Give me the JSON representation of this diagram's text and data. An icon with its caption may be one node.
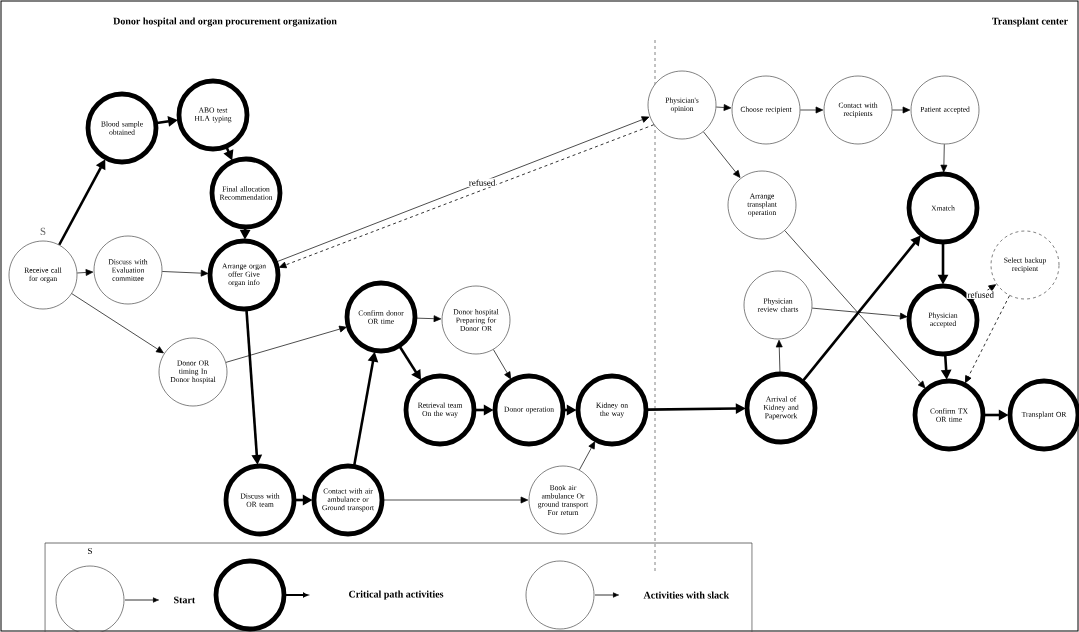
{
  "diagram": {
    "nodes": [
      {
        "text": [
          "Receive call for organ"
        ],
        "beside": [
          "S"
        ]
      },
      {
        "text": [
          "Blood sample obtained"
        ]
      },
      {
        "text": [
          "ABO test HLA typing"
        ]
      },
      {
        "text": [
          "Final allocation Recommendation"
        ]
      },
      {
        "text": [
          "Discuss with Evaluation committee"
        ]
      },
      {
        "text": [
          "Arrange organ offer Give organ info"
        ]
      },
      {
        "text": [
          "Donor OR timing In Donor hospital"
        ]
      },
      {
        "text": [
          "Discuss with OR team"
        ]
      },
      {
        "text": [
          "Contact with air ambulance or Ground transport"
        ]
      },
      {
        "text": [
          "Confirm donor OR time"
        ]
      },
      {
        "text": [
          "Donor hospital Preparing for Donor OR"
        ]
      },
      {
        "text": [
          "Retrieval team On the way"
        ]
      },
      {
        "text": [
          "Donor operation"
        ]
      },
      {
        "text": [
          "Kidney on the way"
        ]
      },
      {
        "text": [
          "Book air ambulance Or ground transport For return"
        ]
      },
      {
        "text": [
          "Physician's opinion"
        ]
      },
      {
        "text": [
          "Choose recipient"
        ]
      },
      {
        "text": [
          "Contact with recipients"
        ]
      },
      {
        "text": [
          "Patient accepted"
        ]
      },
      {
        "text": [
          "Arrange transplant operation"
        ]
      },
      {
        "text": [
          "Xmatch"
        ]
      },
      {
        "text": [
          "Select backup recipient"
        ]
      },
      {
        "text": [
          "Physician review charts"
        ]
      },
      {
        "text": [
          "Physician accepted"
        ]
      },
      {
        "text": [
          "Arrival of Kidney and Paperwork"
        ]
      },
      {
        "text": [
          "Confirm TX OR time"
        ]
      },
      {
        "text": [
          "Transplant OR"
        ]
      }
    ],
    "edges": [
      {
        "from": 0,
        "to": 1,
        "arrow": "to",
        "style": "thick"
      },
      {
        "from": 1,
        "to": 2,
        "arrow": "to",
        "style": "thick"
      },
      {
        "from": 2,
        "to": 3,
        "arrow": "to",
        "style": "thick"
      },
      {
        "from": 3,
        "to": 5,
        "arrow": "to",
        "style": "thick"
      },
      {
        "from": 0,
        "to": 4,
        "arrow": "to"
      },
      {
        "from": 4,
        "to": 5,
        "arrow": "to"
      },
      {
        "from": 0,
        "to": 6,
        "arrow": "to"
      },
      {
        "from": 5,
        "to": 15,
        "arrow": "to"
      },
      {
        "from": 15,
        "to": 5,
        "arrow": "to",
        "style": "dashed",
        "label": "refused"
      },
      {
        "from": 5,
        "to": 7,
        "arrow": "to",
        "style": "thick"
      },
      {
        "from": 7,
        "to": 8,
        "arrow": "to",
        "style": "thick"
      },
      {
        "from": 8,
        "to": 9,
        "arrow": "to",
        "style": "thick"
      },
      {
        "from": 6,
        "to": 9,
        "arrow": "to"
      },
      {
        "from": 9,
        "to": 10,
        "arrow": "to"
      },
      {
        "from": 9,
        "to": 11,
        "arrow": "to",
        "style": "thick"
      },
      {
        "from": 11,
        "to": 12,
        "arrow": "to",
        "style": "thick"
      },
      {
        "from": 10,
        "to": 12,
        "arrow": "to"
      },
      {
        "from": 12,
        "to": 13,
        "arrow": "to",
        "style": "thick"
      },
      {
        "from": 8,
        "to": 14,
        "arrow": "to"
      },
      {
        "from": 14,
        "to": 13,
        "arrow": "to"
      },
      {
        "from": 13,
        "to": 24,
        "arrow": "to",
        "style": "thick"
      },
      {
        "from": 15,
        "to": 16,
        "arrow": "to"
      },
      {
        "from": 16,
        "to": 17,
        "arrow": "to"
      },
      {
        "from": 17,
        "to": 18,
        "arrow": "to"
      },
      {
        "from": 15,
        "to": 19,
        "arrow": "to"
      },
      {
        "from": 18,
        "to": 20,
        "arrow": "to"
      },
      {
        "from": 20,
        "to": 23,
        "arrow": "to",
        "style": "thick"
      },
      {
        "from": 24,
        "to": 20,
        "arrow": "to",
        "style": "thick"
      },
      {
        "from": 24,
        "to": 22,
        "arrow": "to"
      },
      {
        "from": 22,
        "to": 23,
        "arrow": "to"
      },
      {
        "from": 19,
        "to": 25,
        "arrow": "to"
      },
      {
        "from": 23,
        "to": 21,
        "arrow": "to",
        "style": "dashed",
        "label": "refused"
      },
      {
        "from": 21,
        "to": 25,
        "arrow": "to",
        "style": "dashed"
      },
      {
        "from": 23,
        "to": 25,
        "arrow": "to",
        "style": "thick"
      },
      {
        "from": 25,
        "to": 26,
        "arrow": "to",
        "style": "thick"
      }
    ],
    "labels": [
      "Donor hospital and organ procurement organization",
      "Transplant center",
      "S"
    ],
    "legend": [
      {
        "text": "Start"
      },
      {
        "text": "Critical path activities"
      },
      {
        "text": "Activities with slack"
      }
    ]
  }
}
